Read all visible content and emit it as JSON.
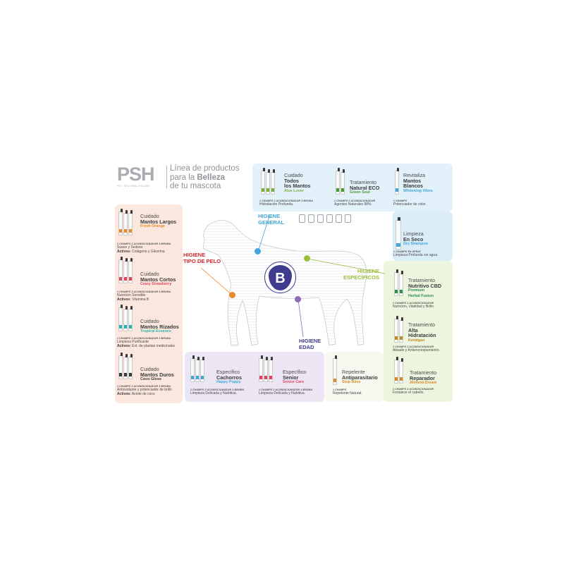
{
  "header": {
    "logo": "PSH",
    "logo_sub": "PET SPA HEALTHCARE",
    "title_line1": "Línea de productos",
    "title_line2_prefix": "para la ",
    "title_line2_bold": "Belleza",
    "title_line3": "de tu mascota"
  },
  "colors": {
    "orange": "#e98a2c",
    "pink": "#e2455f",
    "teal": "#2fb2ae",
    "green": "#7bb13a",
    "blue": "#41a6d9",
    "red": "#d9272d",
    "purple": "#8d6bb5",
    "olive": "#9bbe3c",
    "navy": "#3f3c8f"
  },
  "categories": {
    "tipo_pelo": [
      "HIGIENE",
      "TIPO DE PELO"
    ],
    "general": [
      "HIGIENE",
      "GENERAL"
    ],
    "especificos": [
      "HIGIENE",
      "ESPECÍFICOS"
    ],
    "edad": [
      "HIGIENE",
      "EDAD"
    ]
  },
  "badge_letter": "B",
  "products": {
    "largos": {
      "line1": "Cuidado",
      "line2": "Mantos Largos",
      "sub": "Fresh Orange",
      "type": "1 CHAMPÚ  2 ACONDICIONADOR  3 BRUMA",
      "desc1": "Suave y Sedoso",
      "desc2_label": "Activos:",
      "desc2": " Colágeno y Glicerina"
    },
    "cortos": {
      "line1": "Cuidado",
      "line2": "Mantos Cortos",
      "sub": "Crazy Strawberry",
      "type": "1 CHAMPÚ  2 ACONDICIONADOR  3 BRUMA",
      "desc1": "Nutrición Sensible",
      "desc2_label": "Activos:",
      "desc2": " Vitamina B"
    },
    "rizados": {
      "line1": "Cuidado",
      "line2": "Mantos Rizados",
      "sub": "Tropical Essence",
      "type": "1 CHAMPÚ  2 ACONDICIONADOR  3 BRUMA",
      "desc1": "Limpieza Purificante",
      "desc2_label": "Activos:",
      "desc2": " Ext. de plantas medicinales"
    },
    "duros": {
      "line1": "Cuidado",
      "line2": "Mantos Duros",
      "sub": "Coco Gloss",
      "type": "1 CHAMPÚ  2 ACONDICIONADOR  3 BRUMA",
      "desc1": "Antioxidante y potenciador de brillo",
      "desc2_label": "Activos:",
      "desc2": " Aceite de coco"
    },
    "todos": {
      "line1": "Cuidado",
      "line2": "Todos",
      "line3": "los Mantos",
      "sub": "Aloe Lover",
      "type": "1 CHAMPÚ  2 ACONDICIONADOR  3 BRUMA",
      "desc1": "Hidratación Profunda."
    },
    "eco": {
      "line1": "Tratamiento",
      "line2": "Natural ECO",
      "sub": "Green Soul",
      "type": "1 CHAMPÚ  2 ACONDICIONADOR",
      "desc1": "Agentes Naturales 98%"
    },
    "blancos": {
      "line1": "Revitaliza",
      "line2": "Mantos",
      "line3": "Blancos",
      "sub": "Whitening Vibes",
      "type": "1 CHAMPÚ",
      "desc1": "Potenciador de color."
    },
    "seco": {
      "line1": "Limpieza",
      "line2": "En Seco",
      "sub": "Dry Shampoo",
      "type": "1 CHAMPÚ EN SPRAY",
      "desc1": "Limpieza Profunda sin agua."
    },
    "cbd": {
      "line1": "Tratamiento",
      "line2": "Nutritivo CBD",
      "sub": "Premium",
      "sub2": "Herbal Fusion",
      "type": "1 CHAMPÚ  2 ACONDICIONADOR",
      "desc1": "Nutrición, Vitalidad y Brillo"
    },
    "alta": {
      "line1": "Tratamiento",
      "line2": "Alta",
      "line3": "Hidratación",
      "sub": "Keratgan",
      "type": "1 CHAMPÚ  2 ACONDICIONADOR",
      "desc1": "Alisado y Antiencrespamiento."
    },
    "reparador": {
      "line1": "Tratamiento",
      "line2": "Reparador",
      "sub": "Almond Dream",
      "type": "1 CHAMPÚ  2 ACONDICIONADOR",
      "desc1": "Fortalece el cabello."
    },
    "cachorros": {
      "line1": "Específico",
      "line2": "Cachorros",
      "sub": "Happy Puppy",
      "type": "1 CHAMPÚ  2 ACONDICIONADOR  3 BRUMA",
      "desc1": "Limpieza Delicada y Nutritiva."
    },
    "senior": {
      "line1": "Específico",
      "line2": "Senior",
      "sub": "Senior Care",
      "type": "1 CHAMPÚ  2 ACONDICIONADOR  3 BRUMA",
      "desc1": "Limpieza Delicada y Nutritiva."
    },
    "repelente": {
      "line1": "Repelente",
      "line2": "Antiparasitario",
      "sub": "Stop Bites",
      "type": "1 CHAMPÚ",
      "desc1": "Repelente Natural."
    }
  }
}
